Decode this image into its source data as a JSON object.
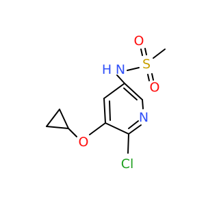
{
  "molecule": {
    "atoms": {
      "nitrogen_amide": {
        "symbol": "N"
      },
      "hydrogen_amide": {
        "symbol": "H"
      },
      "sulfur": {
        "symbol": "S"
      },
      "oxygen_sulfonyl_top": {
        "symbol": "O"
      },
      "oxygen_sulfonyl_bottom": {
        "symbol": "O"
      },
      "nitrogen_ring": {
        "symbol": "N"
      },
      "chlorine": {
        "symbol": "Cl"
      },
      "oxygen_ether": {
        "symbol": "O"
      }
    },
    "colors": {
      "bond": "#000000",
      "nitrogen": "#3050F8",
      "oxygen": "#FF0D0D",
      "sulfur": "#C8A000",
      "chlorine": "#1FA01F"
    }
  }
}
